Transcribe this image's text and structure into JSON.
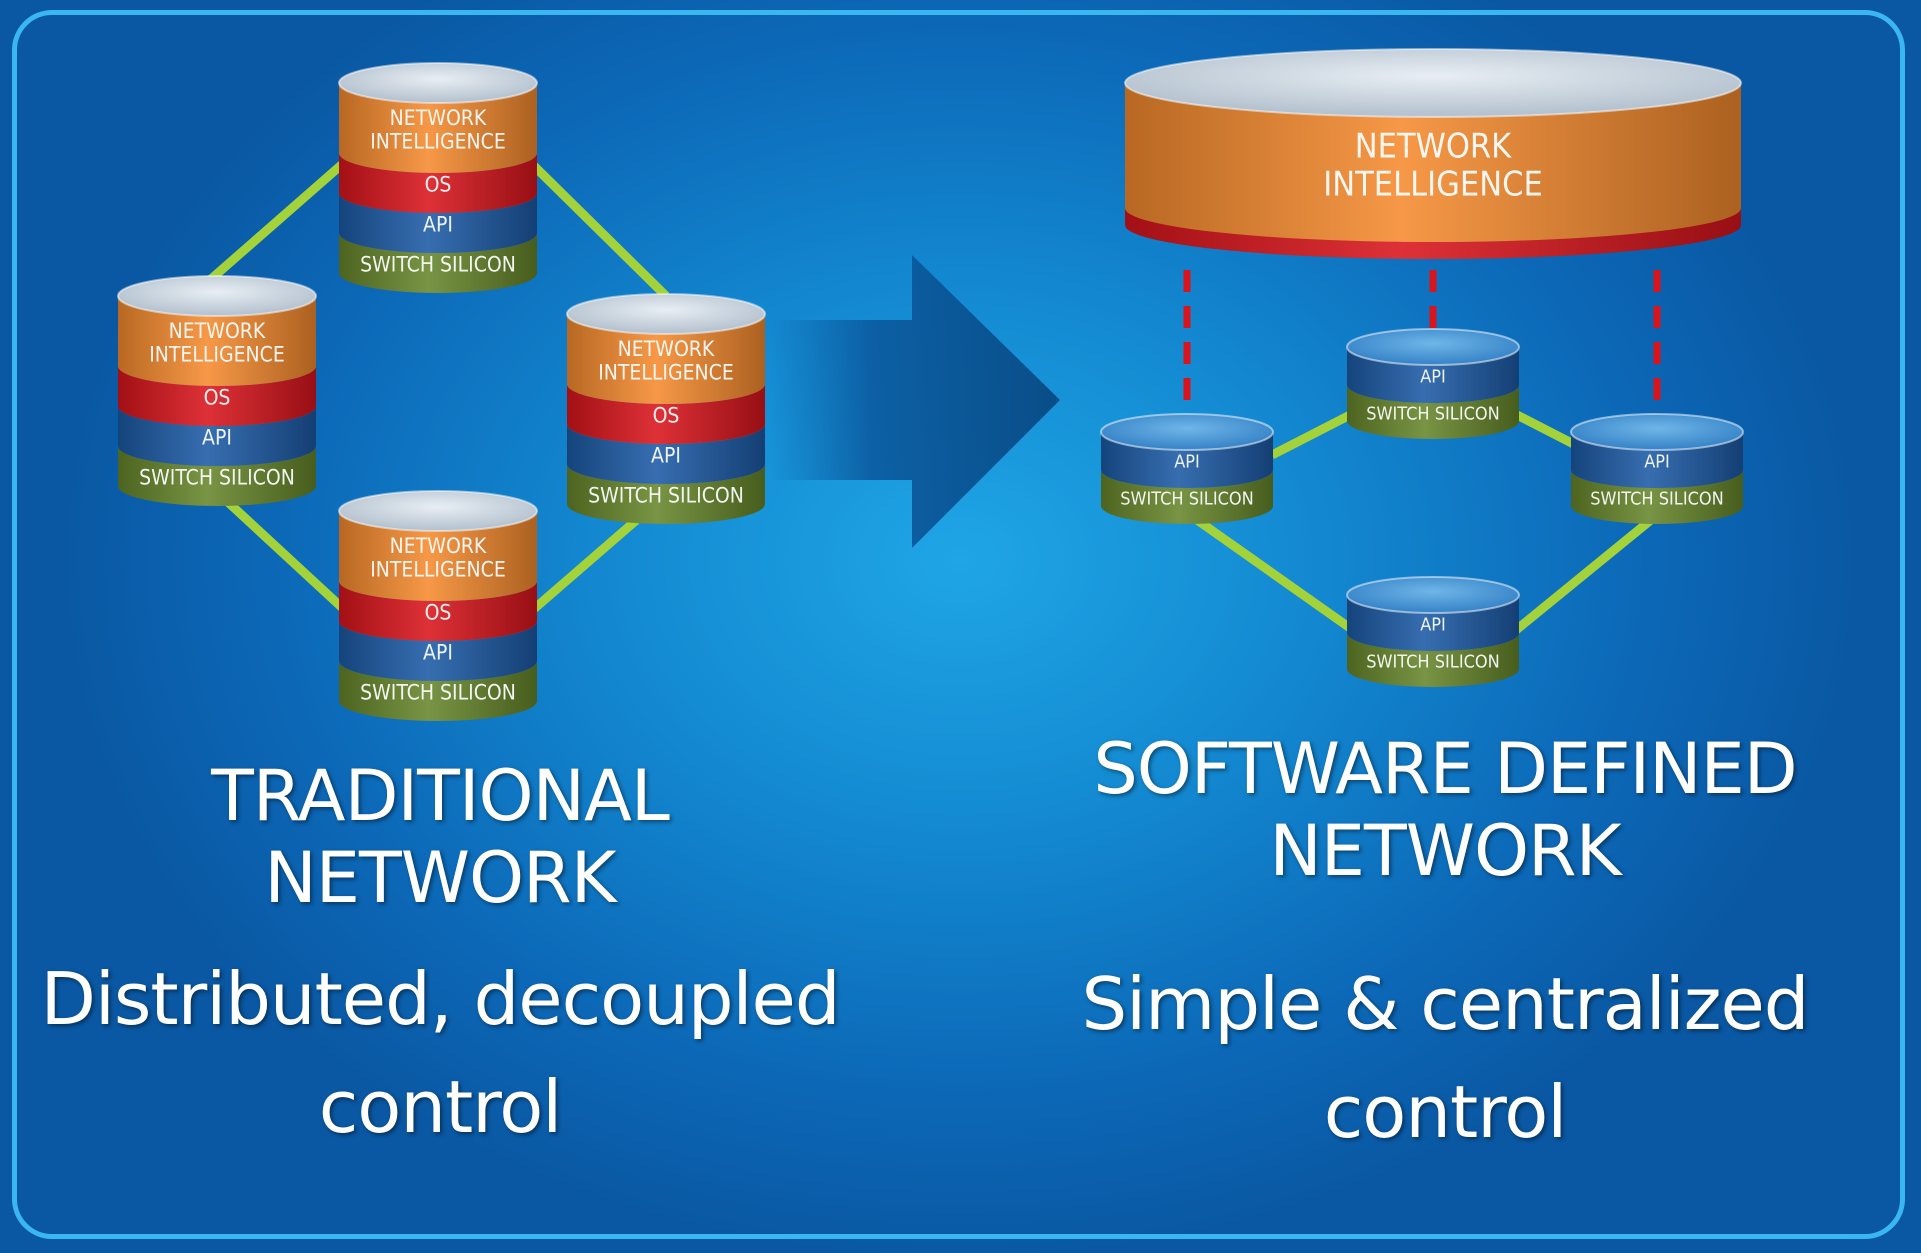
{
  "layers": {
    "intelligence": "NETWORK\nINTELLIGENCE",
    "os": "OS",
    "api": "API",
    "silicon": "SWITCH SILICON"
  },
  "left": {
    "title": "TRADITIONAL NETWORK",
    "description_line1": "Distributed, decoupled",
    "description_line2": "control"
  },
  "right": {
    "title_line1": "SOFTWARE DEFINED",
    "title_line2": "NETWORK",
    "description_line1": "Simple & centralized",
    "description_line2": "control"
  },
  "colors": {
    "intelligence": "#f58a2e",
    "os": "#d8151c",
    "api": "#1c5aa5",
    "silicon": "#66852a",
    "link": "#a3d23a",
    "arrow": "#0b5a9f"
  }
}
